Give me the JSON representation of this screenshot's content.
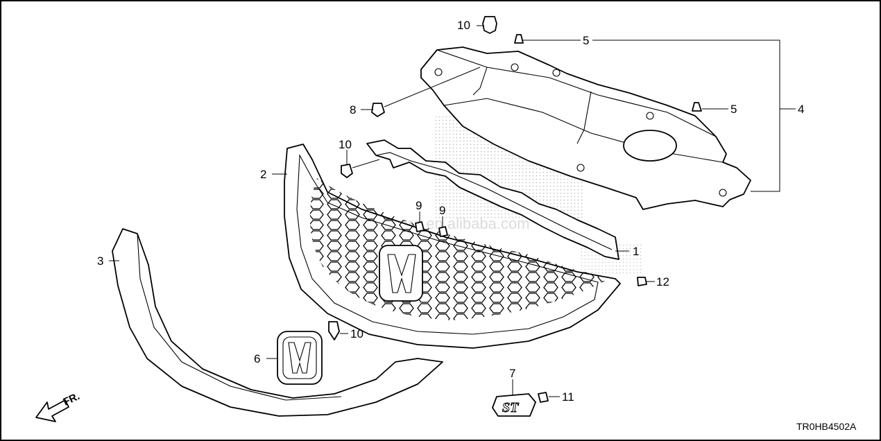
{
  "diagram": {
    "callouts": {
      "c1": "1",
      "c2": "2",
      "c3": "3",
      "c4": "4",
      "c5a": "5",
      "c5b": "5",
      "c6": "6",
      "c7": "7",
      "c8": "8",
      "c9a": "9",
      "c9b": "9",
      "c10a": "10",
      "c10b": "10",
      "c10c": "10",
      "c11": "11",
      "c12": "12"
    },
    "direction_label": "FR.",
    "diagram_code": "TR0HB4502A",
    "watermark": "ganheshara.en.alibaba.com"
  }
}
